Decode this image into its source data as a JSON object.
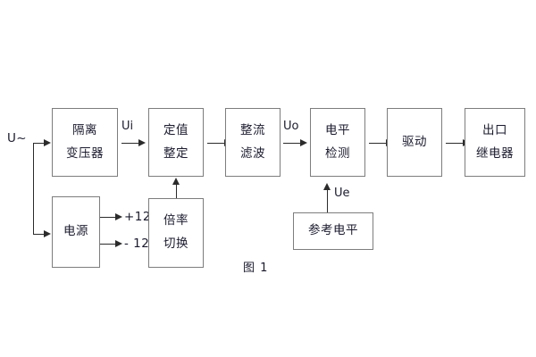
{
  "figure": {
    "caption": "图 1",
    "source_label": "U~"
  },
  "blocks": [
    {
      "id": "isolation-transformer",
      "line1": "隔离",
      "line2": "变压器"
    },
    {
      "id": "setting-value",
      "line1": "定值",
      "line2": "整定"
    },
    {
      "id": "rectifier-filter",
      "line1": "整流",
      "line2": "滤波"
    },
    {
      "id": "level-detection",
      "line1": "电平",
      "line2": "检测"
    },
    {
      "id": "drive",
      "line1": "驱动",
      "line2": ""
    },
    {
      "id": "output-relay",
      "line1": "出口",
      "line2": "继电器"
    },
    {
      "id": "power-supply",
      "line1": "电源",
      "line2": ""
    },
    {
      "id": "multiplier-switch",
      "line1": "倍率",
      "line2": "切换"
    },
    {
      "id": "reference-level",
      "line1": "参考电平",
      "line2": ""
    }
  ],
  "signals": {
    "ui": "Ui",
    "uo": "Uo",
    "ue": "Ue"
  },
  "rails": {
    "positive": "+12V",
    "negative": "- 12V"
  },
  "colors": {
    "block_border": "#7d7d7d",
    "wire": "#2b2b2b",
    "text": "#1a1a2e",
    "background": "#ffffff"
  }
}
